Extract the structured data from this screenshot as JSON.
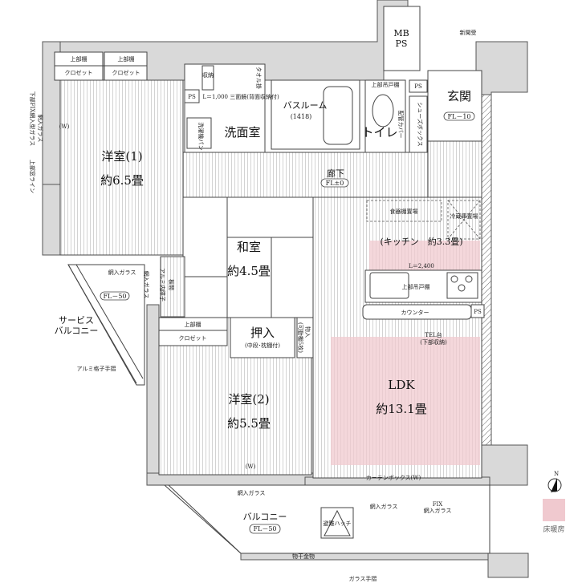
{
  "rooms": {
    "western1": {
      "name": "洋室(1)",
      "size": "約6.5畳"
    },
    "western2": {
      "name": "洋室(2)",
      "size": "約5.5畳"
    },
    "japanese": {
      "name": "和室",
      "size": "約4.5畳"
    },
    "ldk": {
      "name": "LDK",
      "size": "約13.1畳"
    },
    "kitchen": {
      "name": "(キッチン　約3.3畳)"
    },
    "washroom": {
      "name": "洗面室"
    },
    "bathroom": {
      "name": "バスルーム",
      "size": "(1418)"
    },
    "toilet": {
      "name": "トイレ"
    },
    "entrance": {
      "name": "玄関",
      "fl": "FL－10"
    },
    "hallway": {
      "name": "廊下",
      "fl": "FL±0"
    },
    "oshiire": {
      "name": "押入",
      "note": "(中段･枕棚付)"
    },
    "balcony": {
      "name": "バルコニー",
      "fl": "FL－50"
    },
    "service_balcony": {
      "name1": "サービス",
      "name2": "バルコニー",
      "fl": "FL－50"
    },
    "mbps": {
      "line1": "MB",
      "line2": "PS"
    }
  },
  "labels": {
    "upper_shelf": "上部棚",
    "closet": "クロゼット",
    "storage": "収納",
    "ps": "PS",
    "washer_pan": "洗濯機パン",
    "vanity": "L＝1,000 三面鏡(背面収納付)",
    "towel_rack": "タオル掛",
    "handrail": "手摺",
    "toilet_shelf": "上部吊戸棚",
    "pipe_cover": "配管カバー",
    "shoe_box": "シューズボックス",
    "newspaper": "新聞受",
    "dish_shelf": "食器棚置場",
    "fridge": "冷蔵庫置場",
    "kitchen_len": "L＝2,400",
    "kitchen_upper": "上部吊戸棚",
    "counter": "カウンター",
    "tel1": "TEL台",
    "tel2": "(下部収納)",
    "storage_room": "物入",
    "movable_shelf": "(可動棚5枚)",
    "wired_glass": "網入ガラス",
    "lower_fix": "下部FIX網入型ガラス",
    "upper_window": "上部窓ライン",
    "itama": "板間",
    "alum_shoji": "アルミ内障子",
    "alum_rail": "アルミ格子手摺",
    "w_mark": "(W)",
    "curtain_box": "カーテンボックス(W)",
    "fix_glass1": "FIX",
    "fix_glass2": "網入ガラス",
    "escape_hatch": "避難ハッチ",
    "drying_hardware": "物干金物",
    "glass_rail": "ガラス手摺"
  },
  "legend": {
    "compass": "N",
    "floor_heating": "床暖房",
    "floor_heating_color": "#f0c9cf"
  }
}
